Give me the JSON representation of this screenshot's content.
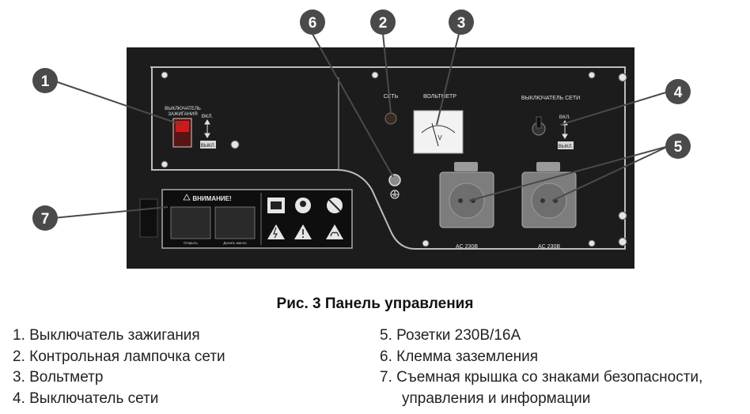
{
  "panel": {
    "ignition_switch_title_line1": "ВЫКЛЮЧАТЕЛЬ",
    "ignition_switch_title_line2": "ЗАЖИГАНИЯ",
    "ignition_on": "ВКЛ.",
    "ignition_off": "ВЫКЛ.",
    "network_lamp_label": "СЕТЬ",
    "voltmeter_label": "ВОЛЬТМЕТР",
    "voltmeter_unit": "V",
    "network_switch_label": "ВЫКЛЮЧАТЕЛЬ СЕТИ",
    "network_on": "ВКЛ.",
    "network_off": "ВЫКЛ.",
    "socket_left_label": "AC  230B",
    "socket_right_label": "AC  230B",
    "warning_title": "ВНИМАНИЕ!",
    "warning_open": "Открыть",
    "warning_press": "Долить масло"
  },
  "callouts": [
    "1",
    "2",
    "3",
    "4",
    "5",
    "6",
    "7"
  ],
  "caption": "Рис. 3 Панель управления",
  "legend_left": [
    "1. Выключатель зажигания",
    "2. Контрольная лампочка сети",
    "3. Вольтметр",
    "4. Выключатель сети"
  ],
  "legend_right": [
    "5. Розетки 230В/16А",
    "6. Клемма заземления",
    "7. Съемная крышка со знаками безопасности,"
  ],
  "legend_right_continuation": "управления и информации",
  "colors": {
    "panel": "#1c1c1c",
    "callout": "#4a4a4a",
    "socket": "#7d7d7d",
    "line": "#bdbdbd"
  }
}
